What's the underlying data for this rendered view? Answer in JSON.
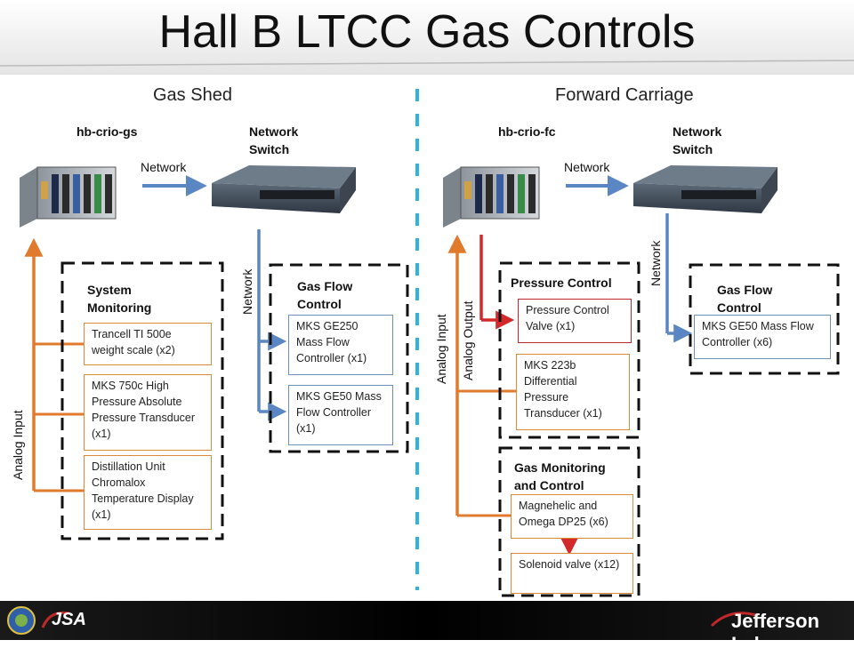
{
  "title": "Hall B LTCC Gas Controls",
  "sections": {
    "left": "Gas Shed",
    "right": "Forward Carriage"
  },
  "left": {
    "crio_name": "hb-crio-gs",
    "switch_name": "Network\nSwitch",
    "network_label": "Network",
    "network_vertical": "Network",
    "analog_input": "Analog Input",
    "system_monitoring": {
      "title": "System\nMonitoring",
      "devices": [
        "Trancell TI 500e weight scale (x2)",
        "MKS 750c High Pressure Absolute Pressure Transducer (x1)",
        "Distillation Unit Chromalox Temperature Display (x1)"
      ]
    },
    "gas_flow": {
      "title": "Gas Flow\nControl",
      "devices": [
        "MKS GE250 Mass Flow Controller (x1)",
        "MKS GE50 Mass Flow Controller (x1)"
      ]
    }
  },
  "right": {
    "crio_name": "hb-crio-fc",
    "switch_name": "Network\nSwitch",
    "network_label": "Network",
    "network_vertical": "Network",
    "analog_input": "Analog Input",
    "analog_output": "Analog Output",
    "pressure_control": {
      "title": "Pressure Control",
      "devices": [
        "Pressure Control Valve (x1)",
        "MKS 223b Differential Pressure Transducer (x1)"
      ]
    },
    "gas_monitoring": {
      "title": "Gas Monitoring\nand Control",
      "devices": [
        "Magnehelic and Omega DP25 (x6)",
        "Solenoid valve (x12)"
      ]
    },
    "gas_flow": {
      "title": "Gas Flow\nControl",
      "devices": [
        "MKS GE50 Mass Flow Controller (x6)"
      ]
    }
  },
  "footer": {
    "brand": "Jefferson Lab",
    "jsa": "JSA"
  },
  "colors": {
    "network": "#5b86c4",
    "analog": "#e07b2e",
    "output": "#d22a2a",
    "divider": "#2fb3e0"
  }
}
